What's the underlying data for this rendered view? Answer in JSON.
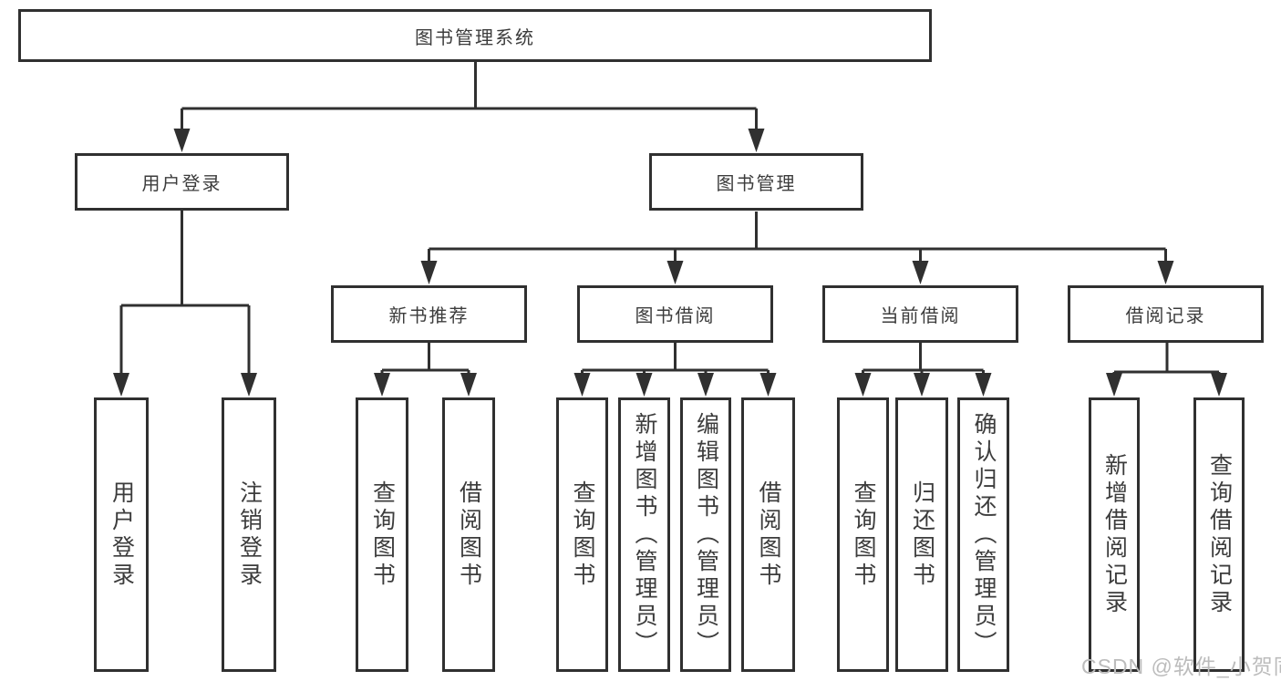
{
  "diagram": {
    "type": "hierarchy-tree",
    "background": "#ffffff",
    "line_color": "#303030",
    "box_border_color": "#303030",
    "text_color": "#3c3c3c",
    "watermark": {
      "text": "CSDN @软件_小贺同学",
      "color": "#bcbcbc"
    }
  },
  "hierarchy": {
    "label": "图书管理系统",
    "children": [
      {
        "label": "用户登录",
        "children": [
          {
            "label": "用户登录"
          },
          {
            "label": "注销登录"
          }
        ]
      },
      {
        "label": "图书管理",
        "children": [
          {
            "label": "新书推荐",
            "children": [
              {
                "label": "查询图书"
              },
              {
                "label": "借阅图书"
              }
            ]
          },
          {
            "label": "图书借阅",
            "children": [
              {
                "label": "查询图书"
              },
              {
                "label": "新增图书（管理员）"
              },
              {
                "label": "编辑图书（管理员）"
              },
              {
                "label": "借阅图书"
              }
            ]
          },
          {
            "label": "当前借阅",
            "children": [
              {
                "label": "查询图书"
              },
              {
                "label": "归还图书"
              },
              {
                "label": "确认归还（管理员）"
              }
            ]
          },
          {
            "label": "借阅记录",
            "children": [
              {
                "label": "新增借阅记录"
              },
              {
                "label": "查询借阅记录"
              }
            ]
          }
        ]
      }
    ]
  }
}
